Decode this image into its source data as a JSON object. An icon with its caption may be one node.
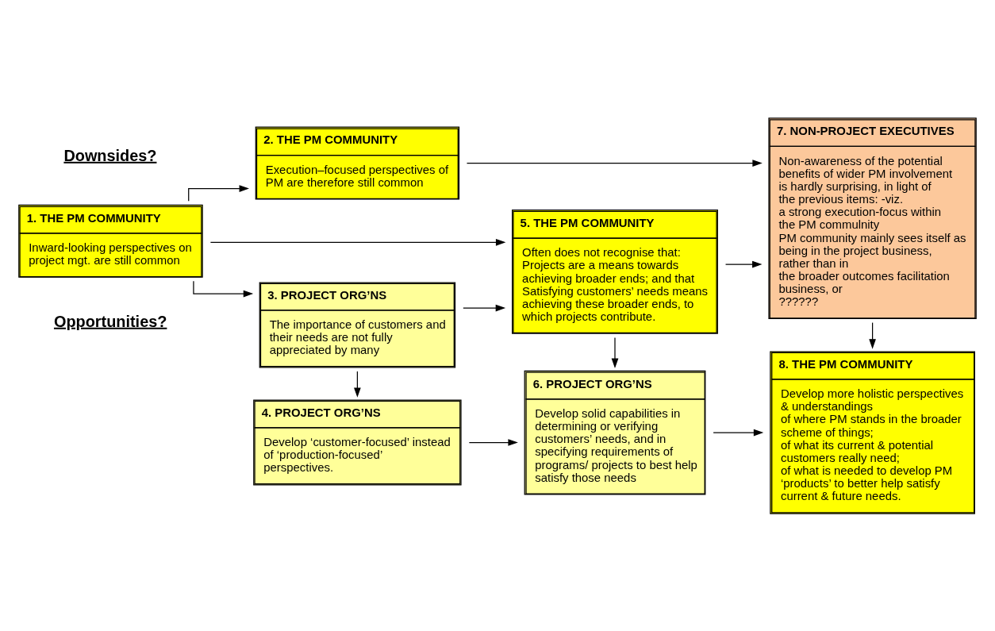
{
  "diagram": {
    "nodes": [
      {
        "text": [
          "1. THE PM COMMUNITY",
          "Inward-looking perspectives on project mgt. are still common"
        ]
      },
      {
        "text": [
          "2. THE PM COMMUNITY",
          "Execution–focused perspectives of PM are therefore still common"
        ]
      },
      {
        "text": [
          "3. PROJECT ORG’NS",
          "The importance of customers and their needs are not fully appreciated by many"
        ]
      },
      {
        "text": [
          "4. PROJECT ORG’NS",
          "Develop ‘customer-focused’ instead of ‘production-focused’ perspectives."
        ]
      },
      {
        "text": [
          "5. THE PM COMMUNITY",
          "Often does not recognise that:",
          "Projects are a means towards achieving broader ends; and that",
          "Satisfying customers’ needs means achieving these broader ends, to which projects contribute."
        ]
      },
      {
        "text": [
          "6. PROJECT ORG’NS",
          "Develop solid capabilities in",
          "determining or verifying customers’ needs, and in",
          "specifying requirements of programs/ projects to best help satisfy those needs"
        ]
      },
      {
        "text": [
          "7. NON-PROJECT EXECUTIVES",
          "Non-awareness of the potential benefits of wider PM involvement is hardly surprising, in light of the previous items: -viz.",
          "a strong execution-focus within the PM commulnity",
          "PM community mainly sees itself as being in the project business, rather than in",
          "the broader outcomes facilitation business, or",
          "??????"
        ]
      },
      {
        "text": [
          "8. THE PM COMMUNITY",
          "Develop more holistic perspectives & understandings",
          "of where PM stands in the broader scheme of things;",
          "of what its current & potential customers really need;",
          "of what is needed to develop PM ‘products’ to better help satisfy current & future needs."
        ]
      }
    ],
    "edges": [
      {
        "from": 0,
        "to": 1,
        "arrow": "to"
      },
      {
        "from": 0,
        "to": 4,
        "arrow": "to"
      },
      {
        "from": 0,
        "to": 2,
        "arrow": "to"
      },
      {
        "from": 1,
        "to": 6,
        "arrow": "to"
      },
      {
        "from": 2,
        "to": 4,
        "arrow": "to"
      },
      {
        "from": 2,
        "to": 3,
        "arrow": "to"
      },
      {
        "from": 4,
        "to": 6,
        "arrow": "to"
      },
      {
        "from": 4,
        "to": 5,
        "arrow": "to"
      },
      {
        "from": 6,
        "to": 7,
        "arrow": "to"
      },
      {
        "from": 3,
        "to": 5,
        "arrow": "to"
      },
      {
        "from": 5,
        "to": 7,
        "arrow": "to"
      }
    ],
    "labels": [
      "Downsides?",
      "Opportunities?"
    ]
  }
}
